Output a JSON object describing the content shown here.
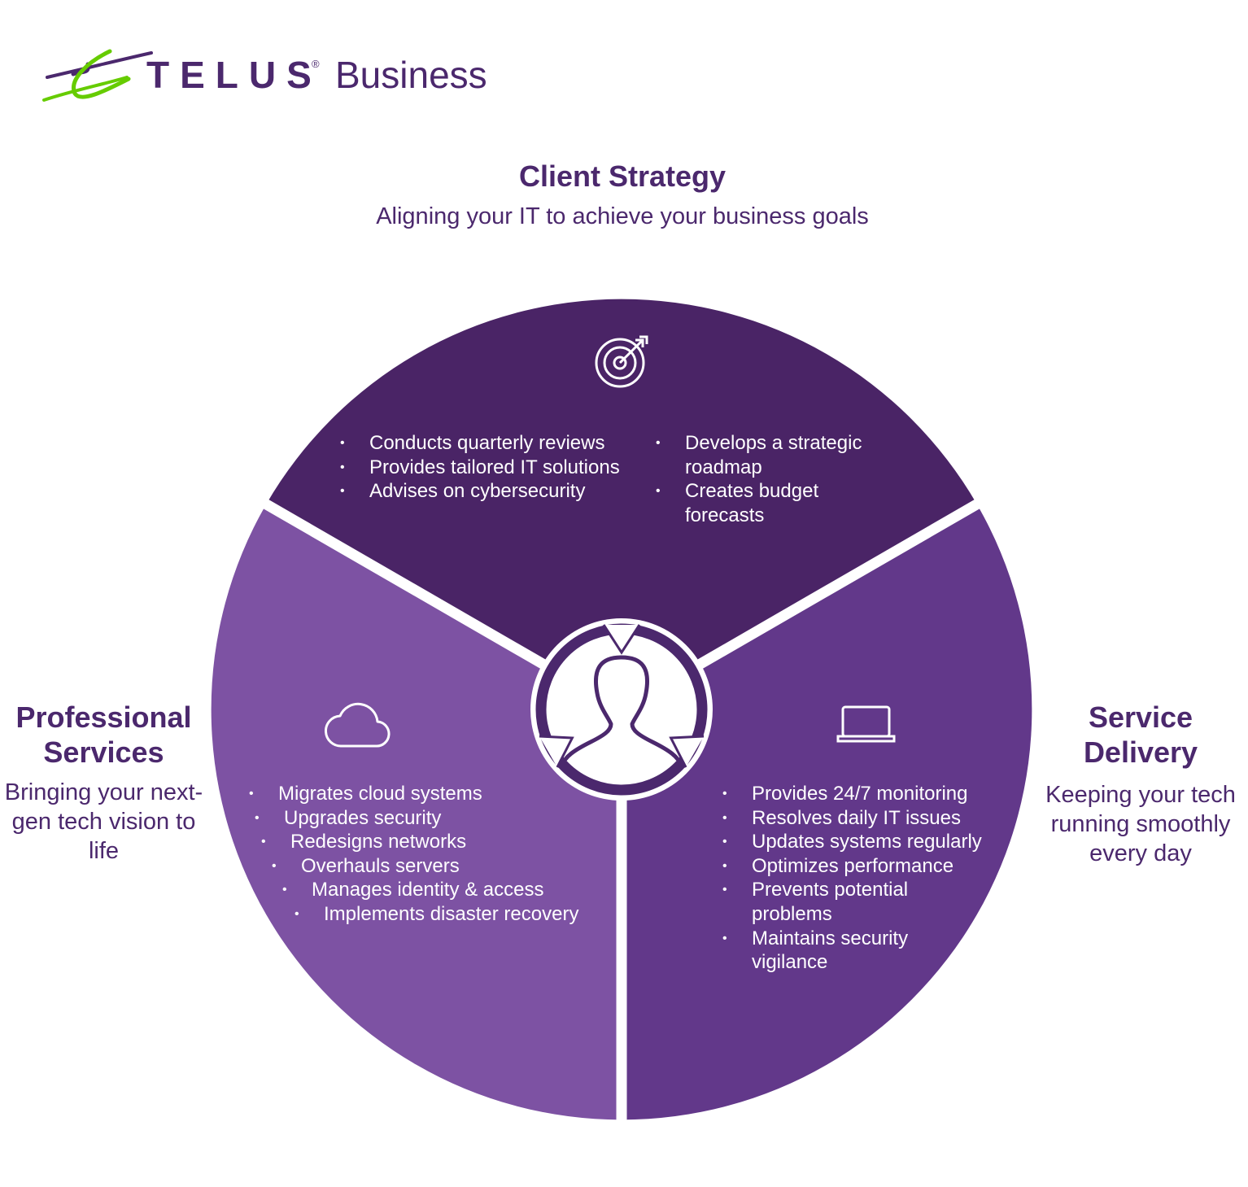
{
  "brand": {
    "name": "TELUS",
    "registered_mark": "®",
    "product": "Business",
    "primary_color": "#4b286d",
    "accent_color": "#66cc00"
  },
  "diagram": {
    "center_icon": "person-silhouette-icon",
    "segments": {
      "client_strategy": {
        "heading": "Client Strategy",
        "description": "Aligning your IT to achieve your business goals",
        "icon": "target-icon",
        "color": "#4a2466",
        "items_col1": [
          "Conducts quarterly reviews",
          "Provides tailored IT solutions",
          "Advises on cybersecurity"
        ],
        "items_col2": [
          "Develops a strategic roadmap",
          "Creates budget forecasts"
        ]
      },
      "professional_services": {
        "heading": "Professional Services",
        "description": "Bringing your next-gen tech vision to life",
        "icon": "cloud-icon",
        "color": "#7d52a3",
        "items": [
          "Migrates cloud systems",
          "Upgrades security",
          "Redesigns networks",
          "Overhauls servers",
          "Manages identity & access",
          "Implements disaster recovery"
        ]
      },
      "service_delivery": {
        "heading": "Service Delivery",
        "description": "Keeping your tech running smoothly every day",
        "icon": "laptop-icon",
        "color": "#62388a",
        "items": [
          "Provides 24/7 monitoring",
          "Resolves daily IT issues",
          "Updates systems regularly",
          "Optimizes performance",
          "Prevents potential problems",
          "Maintains security vigilance"
        ]
      }
    }
  }
}
